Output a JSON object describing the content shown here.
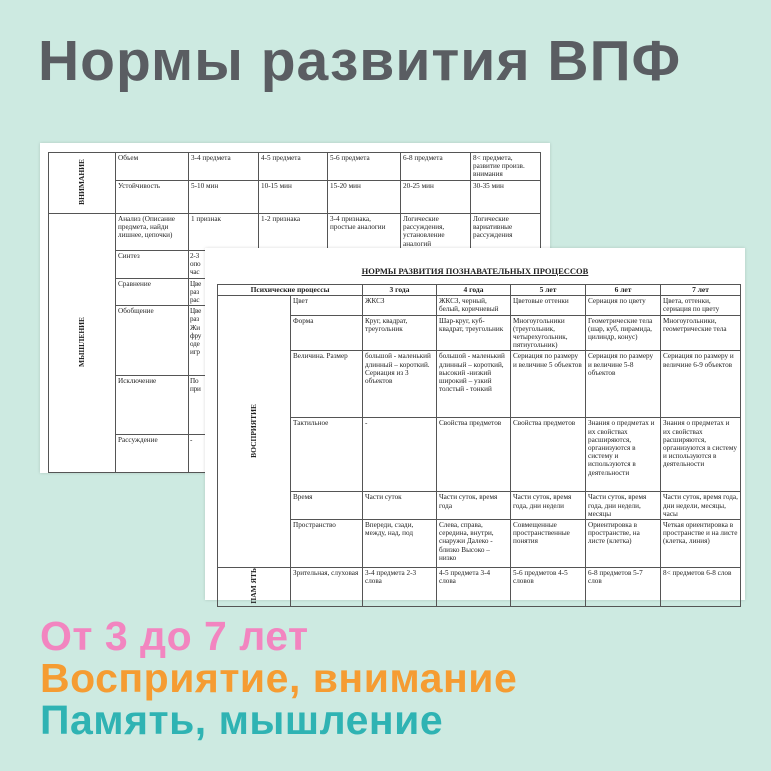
{
  "title": "Нормы развития ВПФ",
  "back_sheet": {
    "sections": [
      {
        "label": "ВНИМАНИЕ",
        "rows": [
          {
            "name": "Объем",
            "cells": [
              "3-4 предмета",
              "4-5 предмета",
              "5-6 предмета",
              "6-8 предмета",
              "8< предмета, развитие произв. внимания"
            ]
          },
          {
            "name": "Устойчивость",
            "cells": [
              "5-10 мин",
              "10-15 мин",
              "15-20 мин",
              "20-25 мин",
              "30-35 мин"
            ]
          }
        ]
      },
      {
        "label": "МЫШЛЕНИЕ",
        "rows": [
          {
            "name": "Анализ (Описание предмета, найди лишнее, цепочки)",
            "cells": [
              "1 признак",
              "1-2 признака",
              "3-4 признака, простые аналогии",
              "Логические рассуждения, установление аналогий",
              "Логические вариативные рассуждения"
            ]
          },
          {
            "name": "Синтез",
            "cells": [
              "2-3 опо час"
            ]
          },
          {
            "name": "Сравнение",
            "cells": [
              "Цве раз рас"
            ]
          },
          {
            "name": "Обобщение",
            "cells": [
              "Цве раз Жи фру оде игр"
            ]
          },
          {
            "name": "Исключение",
            "cells": [
              "По при"
            ]
          },
          {
            "name": "Рассуждение",
            "cells": [
              "-"
            ]
          }
        ]
      }
    ]
  },
  "front_sheet": {
    "title": "НОРМЫ РАЗВИТИЯ ПОЗНАВАТЕЛЬНЫХ ПРОЦЕССОВ",
    "headers": [
      "Психические процессы",
      "3 года",
      "4 года",
      "5 лет",
      "6 лет",
      "7 лет"
    ],
    "sections": [
      {
        "label": "ВОСПРИЯТИЕ",
        "rows": [
          {
            "name": "Цвет",
            "cells": [
              "ЖКСЗ",
              "ЖКСЗ, черный, белый, коричневый",
              "Цветовые оттенки",
              "Сериация по цвету",
              "Цвета, оттенки, сериация по цвету"
            ]
          },
          {
            "name": "Форма",
            "cells": [
              "Круг, квадрат, треугольник",
              "Шар-круг, куб-квадрат, треугольник",
              "Многоугольники (треугольник, четырехугольник, пятиугольник)",
              "Геометрические тела (шар, куб, пирамида, цилиндр, конус)",
              "Многоугольники, геометрические тела"
            ]
          },
          {
            "name": "Величина. Размер",
            "cells": [
              "большой - маленький длинный – короткий. Сериация из 3 объектов",
              "большой - маленький длинный – короткий, высокий -низкий широкий – узкий толстый - тонкий",
              "Сериация по размеру и величине 5 объектов",
              "Сериация по размеру и величине 5-8 объектов",
              "Сериация по размеру и величине 6-9 объектов"
            ]
          },
          {
            "name": "Тактильное",
            "cells": [
              "-",
              "Свойства предметов",
              "Свойства предметов",
              "Знания о предметах и их свойствах расширяются, организуются в систему и используются в деятельности",
              "Знания о предметах и их свойствах расширяются, организуются в систему и используются в деятельности"
            ]
          },
          {
            "name": "Время",
            "cells": [
              "Части суток",
              "Части суток, время года",
              "Части суток, время года, дни недели",
              "Части суток, время года, дни недели, месяцы",
              "Части суток, время года, дни недели, месяцы, часы"
            ]
          },
          {
            "name": "Пространство",
            "cells": [
              "Впереди, сзади, между, над, под",
              "Слева, справа, середина, внутри, снаружи Далеко - близко Высоко – низко",
              "Совмещенные пространственные понятия",
              "Ориентировка в пространстве, на листе (клетка)",
              "Четкая ориентировка в пространстве и на листе (клетка, линия)"
            ]
          }
        ]
      },
      {
        "label": "ПАМ ЯТЬ",
        "rows": [
          {
            "name": "Зрительная, слуховая",
            "cells": [
              "3-4 предмета 2-3 слова",
              "4-5 предмета 3-4 слова",
              "5-6 предметов 4-5 словов",
              "6-8 предметов 5-7 слов",
              "8< предметов 6-8 слов"
            ]
          }
        ]
      }
    ]
  },
  "taglines": [
    "От 3 до 7 лет",
    "Восприятие, внимание",
    "Память, мышление"
  ],
  "colors": {
    "background": "#cdeae1",
    "title": "#5a5d62",
    "pink": "#f285c0",
    "orange": "#f59c32",
    "teal": "#2fb3b3"
  }
}
